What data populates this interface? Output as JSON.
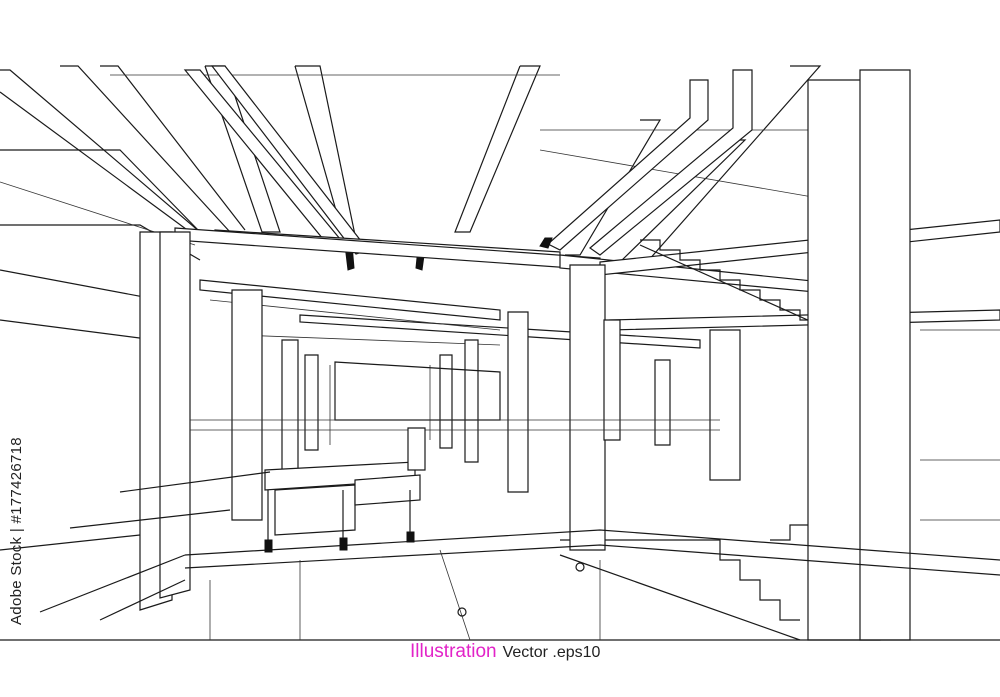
{
  "caption": {
    "illustration": "Illustration",
    "rest": "Vector .eps10"
  },
  "stock_id": "Adobe Stock | #177426718",
  "colors": {
    "caption_accent": "#e223c8",
    "line": "#1a1a1a"
  }
}
